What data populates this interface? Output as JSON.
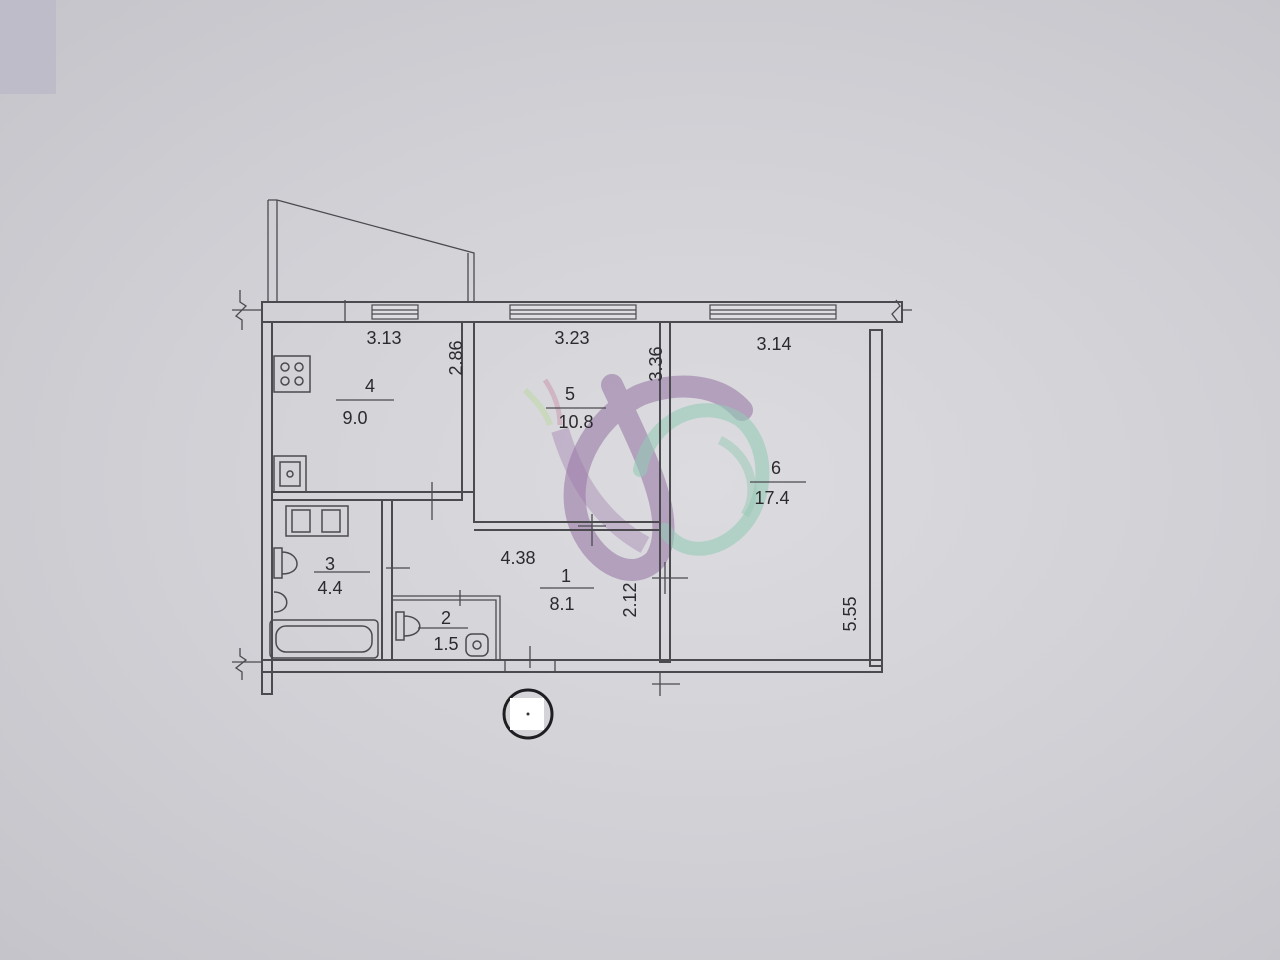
{
  "rooms": [
    {
      "number": "1",
      "area": "8.1"
    },
    {
      "number": "2",
      "area": "1.5"
    },
    {
      "number": "3",
      "area": "4.4"
    },
    {
      "number": "4",
      "area": "9.0"
    },
    {
      "number": "5",
      "area": "10.8"
    },
    {
      "number": "6",
      "area": "17.4"
    }
  ],
  "dimensions": {
    "kitchen_width": "3.13",
    "kitchen_depth": "2.86",
    "room5_width": "3.23",
    "room5_depth": "3.36",
    "room6_width": "3.14",
    "room6_depth": "5.55",
    "hall_length": "4.38",
    "hall_depth": "2.12"
  },
  "colors": {
    "line": "#4a4a4f",
    "paper": "#d4d4d9",
    "logo_purple": "#7a4f8c",
    "logo_green": "#7fc4a8",
    "logo_pink": "#c47c9a"
  }
}
